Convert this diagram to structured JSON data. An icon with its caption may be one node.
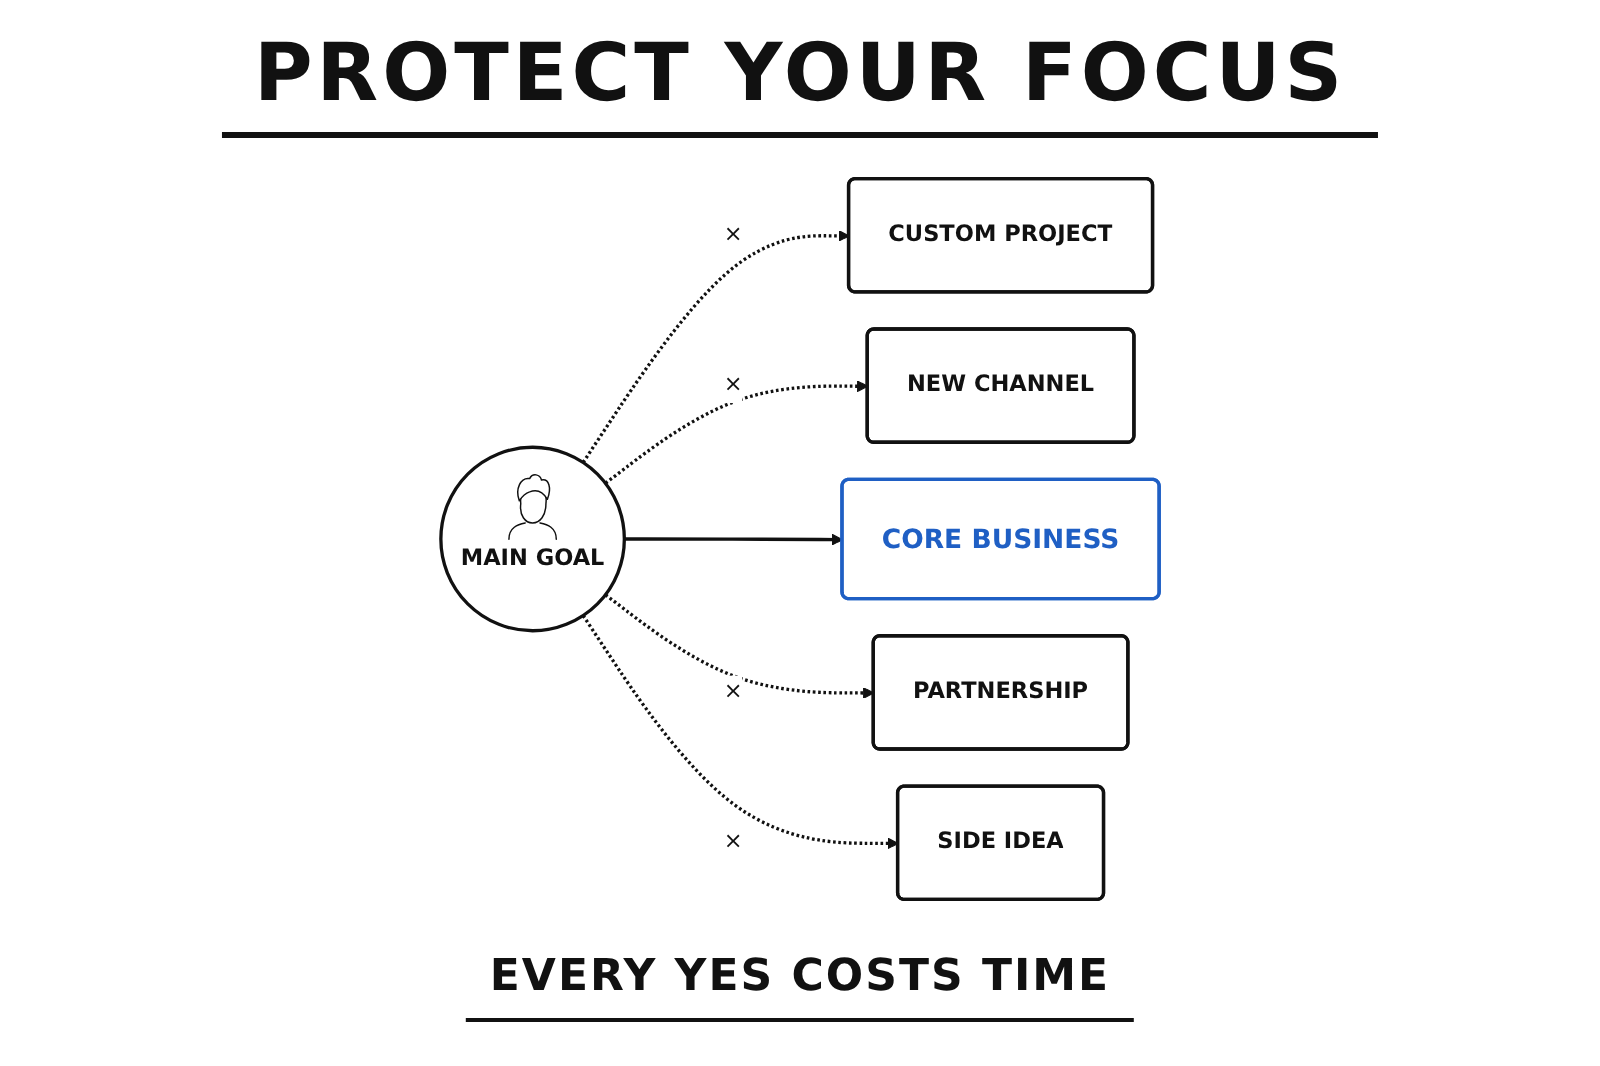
{
  "diagram": {
    "title": "PROTECT YOUR FOCUS",
    "caption": "EVERY YES COSTS TIME",
    "nodes": [
      {
        "text": [
          "CUSTOM PROJECT"
        ]
      },
      {
        "text": [
          "NEW CHANNEL"
        ]
      },
      {
        "text": [
          "MAIN GOAL"
        ]
      },
      {
        "text": [
          "CORE BUSINESS"
        ]
      },
      {
        "text": [
          "PARTNERSHIP"
        ]
      },
      {
        "text": [
          "SIDE IDEA"
        ]
      }
    ],
    "edges": [
      {
        "from": 2,
        "to": 0,
        "arrow": "to",
        "style": "dashed",
        "label": "×"
      },
      {
        "from": 2,
        "to": 1,
        "arrow": "to",
        "style": "dashed",
        "label": "×"
      },
      {
        "from": 2,
        "to": 3,
        "arrow": "to"
      },
      {
        "from": 2,
        "to": 4,
        "arrow": "to",
        "style": "dashed",
        "label": "×"
      },
      {
        "from": 2,
        "to": 5,
        "arrow": "to",
        "style": "dashed",
        "label": "×"
      }
    ]
  }
}
